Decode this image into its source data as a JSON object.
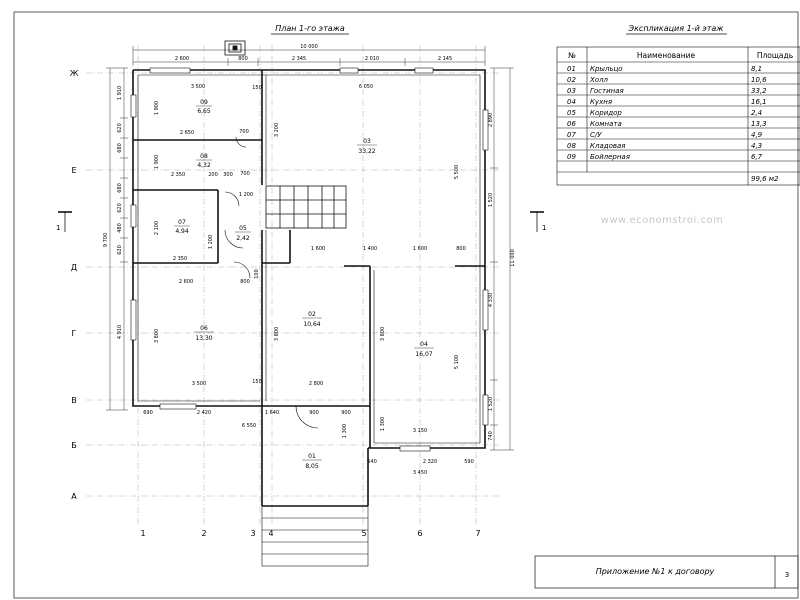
{
  "plan": {
    "title": "План 1-го этажа"
  },
  "axes": {
    "rows": [
      "Ж",
      "Е",
      "Д",
      "Г",
      "В",
      "Б",
      "А"
    ],
    "cols": [
      "1",
      "2",
      "3",
      "4",
      "5",
      "6",
      "7"
    ]
  },
  "rooms": [
    {
      "num": "09",
      "area": "6,65"
    },
    {
      "num": "08",
      "area": "4,32"
    },
    {
      "num": "07",
      "area": "4,94"
    },
    {
      "num": "05",
      "area": "2,42"
    },
    {
      "num": "06",
      "area": "13,30"
    },
    {
      "num": "02",
      "area": "10,64"
    },
    {
      "num": "03",
      "area": "33,22"
    },
    {
      "num": "04",
      "area": "16,07"
    },
    {
      "num": "01",
      "area": "8,05"
    }
  ],
  "dims": {
    "top_total": "10 000",
    "top": [
      "2 600",
      "2 345",
      "2 010",
      "2 145"
    ],
    "d800": "800",
    "left_total": "9 700",
    "left": [
      "1 910",
      "620",
      "680",
      "680",
      "620",
      "480",
      "620",
      "4 910"
    ],
    "right_total": "11 000",
    "right": [
      "2 890",
      "1 520",
      "5 500",
      "4 330",
      "5 100",
      "1 520",
      "740"
    ],
    "inner": {
      "r09_w": "3 500",
      "r09_h": "1 900",
      "r09_b": "2 650",
      "r08_w": "2 350",
      "r08_h": "1 900",
      "r07_h": "2 100",
      "r07_w": "2 350",
      "r06_w": "2 600",
      "r06_h": "3 800",
      "r06_b": "3 500",
      "r03_w": "6 050",
      "r03_h": "3 200",
      "r03_d1": "1 600",
      "r03_d2": "1 400",
      "r03_d3": "1 600",
      "r02_w": "2 800",
      "r02_h": "3 800",
      "r04_h": "3 800",
      "r04_b": "3 150",
      "r01_w": "2 320",
      "r01_b": "3 450",
      "r01_l": "540",
      "r01_r": "590",
      "bot_l1": "690",
      "bot_l2": "2 420",
      "bot_total": "6 550",
      "p1640": "1 640",
      "p1300a": "1 300",
      "p1300b": "1 300",
      "d900a": "900",
      "d900b": "900",
      "s700": "700",
      "s150": "150",
      "s200": "200",
      "s300": "300",
      "s1200": "1 200",
      "s100": "100"
    }
  },
  "legend": {
    "title": "Экспликация 1-й этаж",
    "headers": [
      "№",
      "Наименование",
      "Площадь"
    ],
    "rows": [
      [
        "01",
        "Крыльцо",
        "8,1"
      ],
      [
        "02",
        "Холл",
        "10,6"
      ],
      [
        "03",
        "Гостиная",
        "33,2"
      ],
      [
        "04",
        "Кухня",
        "16,1"
      ],
      [
        "05",
        "Коридор",
        "2,4"
      ],
      [
        "06",
        "Комната",
        "13,3"
      ],
      [
        "07",
        "С/У",
        "4,9"
      ],
      [
        "08",
        "Кладовая",
        "4,3"
      ],
      [
        "09",
        "Бойлерная",
        "6,7"
      ],
      [
        "",
        "",
        "99,6 м2"
      ]
    ]
  },
  "section_mark": "1",
  "watermark": "www.economstroi.com",
  "stamp": {
    "text": "Приложение №1 к договору",
    "sheet": "3"
  }
}
